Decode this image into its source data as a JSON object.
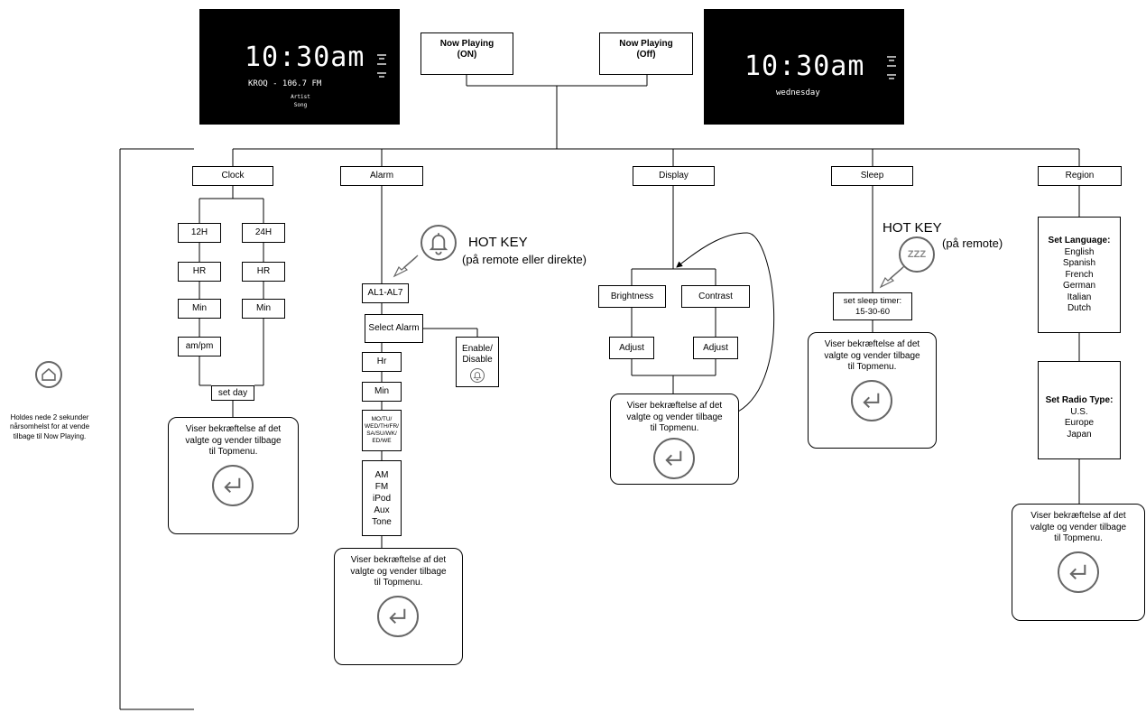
{
  "screens": {
    "on": {
      "time": "10:30am",
      "station": "KROQ - 106.7 FM",
      "artist": "Artist",
      "song": "Song"
    },
    "off": {
      "time": "10:30am",
      "day": "wednesday"
    }
  },
  "now_playing": {
    "on": "Now Playing\n(ON)",
    "off": "Now Playing\n(Off)"
  },
  "menus": {
    "clock": "Clock",
    "alarm": "Alarm",
    "display": "Display",
    "sleep": "Sleep",
    "region": "Region"
  },
  "clock": {
    "h12": "12H",
    "h24": "24H",
    "hr": "HR",
    "min": "Min",
    "ampm": "am/pm",
    "setday": "set day"
  },
  "alarm": {
    "hotkey": "HOT KEY",
    "hotkey_sub": "(på remote eller direkte)",
    "al": "AL1-AL7",
    "select": "Select Alarm",
    "enable": "Enable/\nDisable",
    "hr": "Hr",
    "min": "Min",
    "days": "MO/TU/\nWED/TH/FR/\nSA/SU/WK/\nED/WE",
    "sources": "AM\nFM\niPod\nAux\nTone"
  },
  "display": {
    "brightness": "Brightness",
    "contrast": "Contrast",
    "adjust_left": "Adjust",
    "adjust_right": "Adjust"
  },
  "sleep": {
    "hotkey": "HOT KEY",
    "hotkey_sub": "(på remote)",
    "zzz": "ZZZ",
    "timer": "set sleep timer:\n15-30-60"
  },
  "region": {
    "lang_title": "Set Language:",
    "languages": [
      "English",
      "Spanish",
      "French",
      "German",
      "Italian",
      "Dutch"
    ],
    "radio_title": "Set Radio Type:",
    "radio_types": [
      "U.S.",
      "Europe",
      "Japan"
    ]
  },
  "confirm_text": "Viser bekræftelse af det\nvalgte og vender tilbage\ntil Topmenu.",
  "home_note": "Holdes nede 2 sekunder\nnårsomhelst for at vende\ntilbage til Now Playing.",
  "colors": {
    "line": "#000000",
    "icon_gray": "#666666",
    "screen_bg": "#000000"
  }
}
